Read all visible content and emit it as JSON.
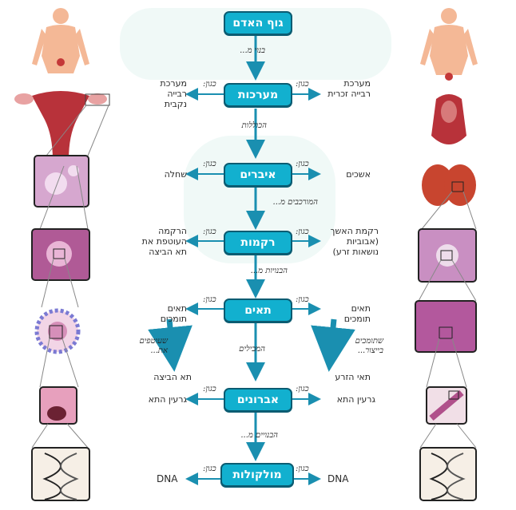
{
  "diagram": {
    "center_boxes": [
      "גוף האדם",
      "מערכות",
      "איברים",
      "רקמות",
      "תאים",
      "אברונים",
      "מולקולות"
    ],
    "vertical_notes": [
      "בנוי מ...",
      "הכוללות",
      "המורכבים מ...",
      "הבנויות מ...",
      "המכילים",
      "הבנויים מ..."
    ],
    "example_label": "כגון:",
    "female": {
      "systems": "מערכת רבייה נקבית",
      "organs": "שחלה",
      "tissues": "הרקמה העוטפת את תא הביצה",
      "cells": "תאים תומכים",
      "special_note": "שעוטפים את...",
      "special_cell": "תא הביצה",
      "organelles": "גרעין התא",
      "molecules": "DNA"
    },
    "male": {
      "systems": "מערכת רבייה זכרית",
      "organs": "אשכים",
      "tissues": "רקמת האשך (אבוביות נושאות זרע)",
      "cells": "תאים תומכים",
      "special_note": "שתומכים בייצור...",
      "special_cell": "תאי הזרע",
      "organelles": "גרעין התא",
      "molecules": "DNA"
    },
    "colors": {
      "box": "#12b0cf",
      "box_border": "#0b5c72",
      "arrow": "#1a8fb0",
      "bg_shape": "#e9f6f3"
    }
  }
}
